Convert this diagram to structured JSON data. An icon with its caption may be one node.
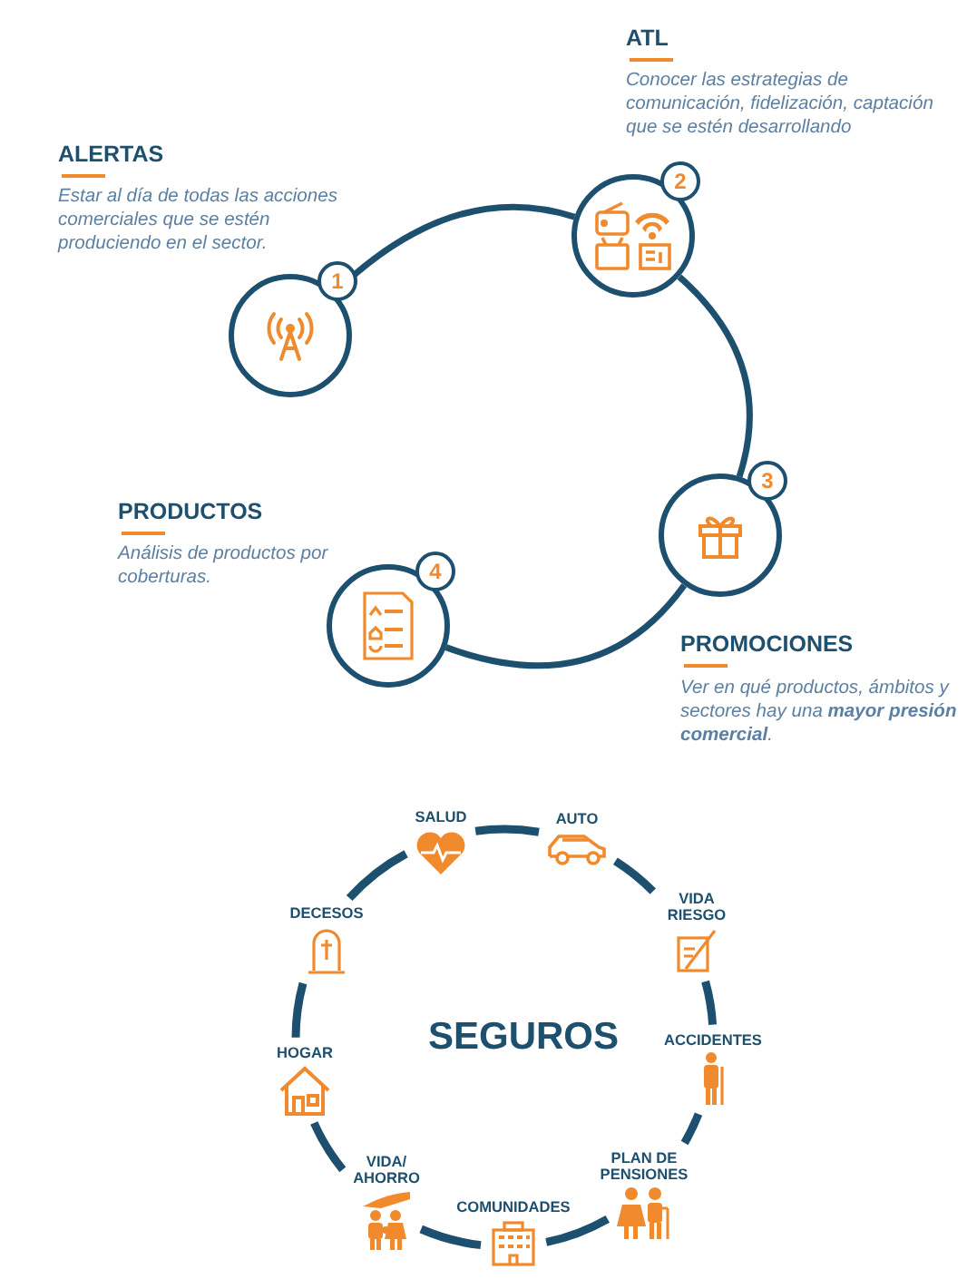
{
  "diagram": {
    "nodes": [
      {
        "text": [
          "1"
        ],
        "beside": [
          "ALERTAS",
          "Estar al día de todas las acciones comerciales que se estén produciendo en el sector."
        ]
      },
      {
        "text": [
          "2"
        ],
        "beside": [
          "ATL",
          "Conocer las estrategias de comunicación, fidelización, captación que se estén desarrollando"
        ]
      },
      {
        "text": [
          "3"
        ],
        "beside": [
          "PROMOCIONES",
          "Ver en qué productos, ámbitos y sectores hay una **mayor presión comercial**."
        ]
      },
      {
        "text": [
          "4"
        ],
        "beside": [
          "PRODUCTOS",
          "Análisis de productos por coberturas."
        ]
      },
      {
        "text": [
          "SALUD"
        ]
      },
      {
        "text": [
          "AUTO"
        ]
      },
      {
        "text": [
          "VIDA RIESGO"
        ]
      },
      {
        "text": [
          "ACCIDENTES"
        ]
      },
      {
        "text": [
          "PLAN DE PENSIONES"
        ]
      },
      {
        "text": [
          "COMUNIDADES"
        ]
      },
      {
        "text": [
          "VIDA/ AHORRO"
        ]
      },
      {
        "text": [
          "HOGAR"
        ]
      },
      {
        "text": [
          "DECESOS"
        ]
      }
    ],
    "edges": [
      {
        "from": 0,
        "to": 1,
        "arrow": "none"
      },
      {
        "from": 1,
        "to": 2,
        "arrow": "none"
      },
      {
        "from": 2,
        "to": 3,
        "arrow": "none"
      },
      {
        "from": 4,
        "to": 5,
        "arrow": "none"
      },
      {
        "from": 5,
        "to": 6,
        "arrow": "none"
      },
      {
        "from": 6,
        "to": 7,
        "arrow": "none"
      },
      {
        "from": 7,
        "to": 8,
        "arrow": "none"
      },
      {
        "from": 8,
        "to": 9,
        "arrow": "none"
      },
      {
        "from": 9,
        "to": 10,
        "arrow": "none"
      },
      {
        "from": 10,
        "to": 11,
        "arrow": "none"
      },
      {
        "from": 11,
        "to": 12,
        "arrow": "none"
      },
      {
        "from": 12,
        "to": 4,
        "arrow": "none"
      }
    ],
    "labels": [
      "SEGUROS"
    ]
  }
}
